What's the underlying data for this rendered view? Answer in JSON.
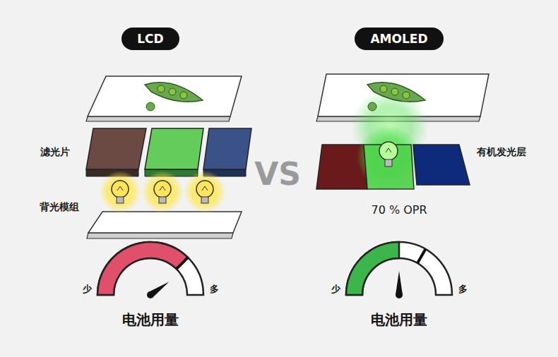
{
  "diagram": {
    "nodes": [
      {
        "text": [
          "LCD"
        ]
      },
      {
        "text": [
          "AMOLED"
        ]
      }
    ],
    "labels": [
      "滤光片",
      "背光模组",
      "VS",
      "有机发光层",
      "70 % OPR",
      "少",
      "多",
      "电池用量",
      "少",
      "多",
      "电池用量"
    ]
  }
}
